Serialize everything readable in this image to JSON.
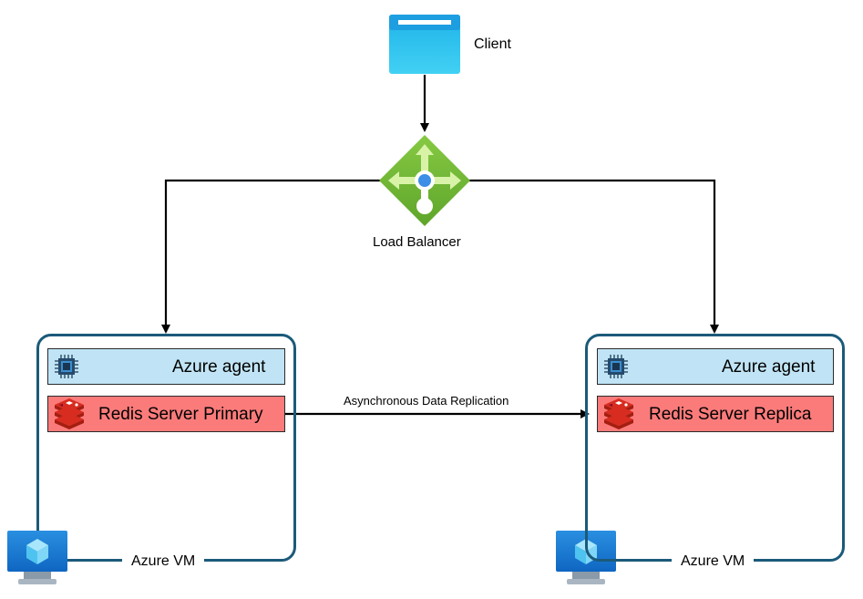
{
  "client": {
    "label": "Client"
  },
  "load_balancer": {
    "label": "Load Balancer"
  },
  "replication": {
    "label": "Asynchronous Data Replication"
  },
  "vms": [
    {
      "agent_label": "Azure agent",
      "server_label": "Redis Server Primary",
      "vm_label": "Azure VM"
    },
    {
      "agent_label": "Azure agent",
      "server_label": "Redis Server Replica",
      "vm_label": "Azure VM"
    }
  ],
  "colors": {
    "vm_border": "#1b5a7a",
    "agent_fill": "#c0e4f5",
    "redis_fill": "#fb7b7b",
    "arrow": "#000000",
    "lb_green": "#6ab72c",
    "client_blue": "#2fc3ef"
  },
  "icons": {
    "client": "browser-window-icon",
    "load_balancer": "load-balancer-icon",
    "agent": "cpu-chip-icon",
    "redis": "redis-icon",
    "vm": "virtual-machine-icon"
  }
}
